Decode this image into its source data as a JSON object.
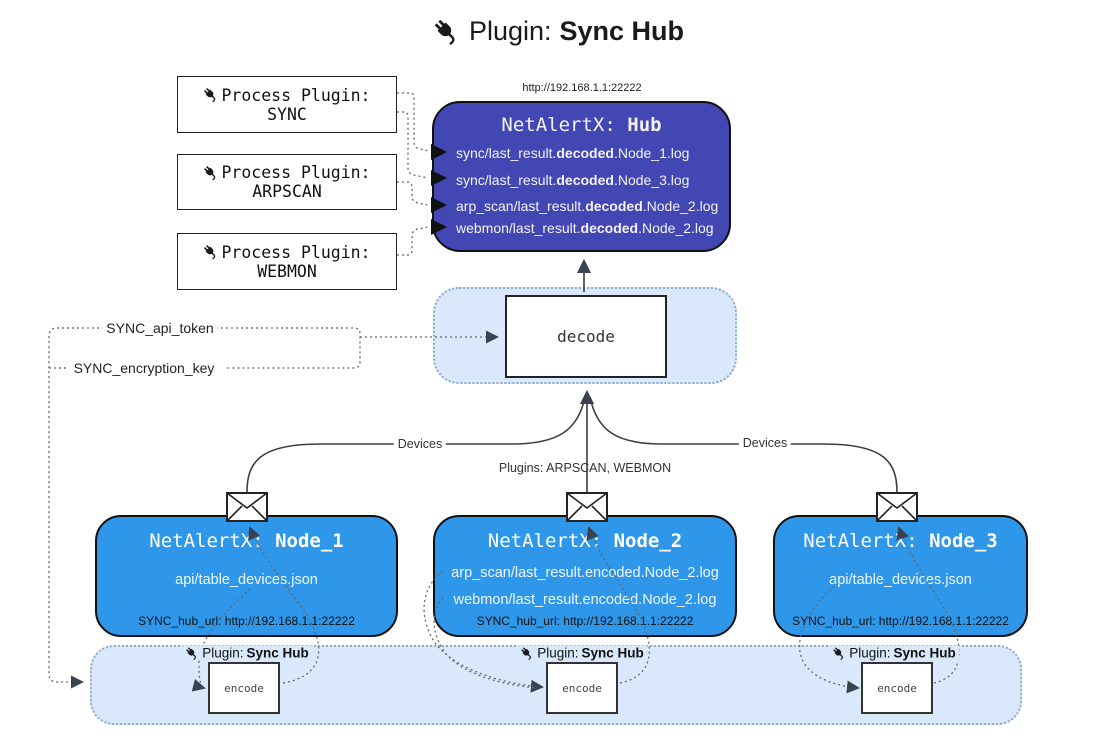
{
  "title": {
    "label": "Plugin:",
    "name": "Sync Hub"
  },
  "hub": {
    "url": "http://192.168.1.1:22222",
    "title_label": "NetAlertX:",
    "title_name": "Hub",
    "logs": [
      {
        "pre": "sync/last_result.",
        "mid": "decoded",
        "post": ".Node_1.log"
      },
      {
        "pre": "sync/last_result.",
        "mid": "decoded",
        "post": ".Node_3.log"
      },
      {
        "pre": "arp_scan/last_result.",
        "mid": "decoded",
        "post": ".Node_2.log"
      },
      {
        "pre": "webmon/last_result.",
        "mid": "decoded",
        "post": ".Node_2.log"
      }
    ]
  },
  "process_plugins": [
    {
      "label": "Process Plugin:",
      "name": "SYNC"
    },
    {
      "label": "Process Plugin:",
      "name": "ARPSCAN"
    },
    {
      "label": "Process Plugin:",
      "name": "WEBMON"
    }
  ],
  "config": {
    "api_token": "SYNC_api_token",
    "encryption_key": "SYNC_encryption_key"
  },
  "decode": {
    "action": "decode"
  },
  "edges": {
    "left_label": "Devices",
    "middle_label": "Plugins: ARPSCAN, WEBMON",
    "right_label": "Devices"
  },
  "nodes": [
    {
      "title_label": "NetAlertX:",
      "title_name": "Node_1",
      "files": [
        "api/table_devices.json"
      ],
      "footer": "SYNC_hub_url: http://192.168.1.1:22222"
    },
    {
      "title_label": "NetAlertX:",
      "title_name": "Node_2",
      "files": [
        "arp_scan/last_result.encoded.Node_2.log",
        "webmon/last_result.encoded.Node_2.log"
      ],
      "footer": "SYNC_hub_url: http://192.168.1.1:22222"
    },
    {
      "title_label": "NetAlertX:",
      "title_name": "Node_3",
      "files": [
        "api/table_devices.json"
      ],
      "footer": "SYNC_hub_url: http://192.168.1.1:22222"
    }
  ],
  "encoders": [
    {
      "label": "Plugin:",
      "name": "Sync Hub",
      "action": "encode"
    },
    {
      "label": "Plugin:",
      "name": "Sync Hub",
      "action": "encode"
    },
    {
      "label": "Plugin:",
      "name": "Sync Hub",
      "action": "encode"
    }
  ],
  "colors": {
    "hub_fill": "#4247b4",
    "node_fill": "#2e97ea",
    "band_fill": "#d9e9fb",
    "band_border": "#8fabcd",
    "line": "#3d3d3d",
    "dotted": "#666666",
    "arrow": "#3a4150"
  }
}
